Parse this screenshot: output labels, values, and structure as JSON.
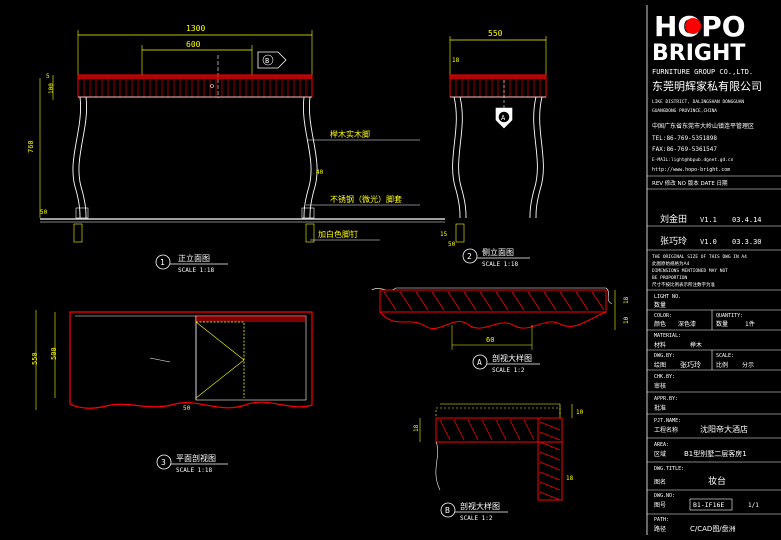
{
  "company": {
    "logo_top": "HOPO",
    "logo_bottom": "BRIGHT",
    "name_en": "FURNITURE GROUP CO.,LTD.",
    "name_cn": "东莞明辉家私有限公司",
    "addr1": "LIKE DISTRICT, DALINGSHAN DONGGUAN",
    "addr2": "GUANGDONG PROVINCE,CHINA",
    "addr_cn": "中国广东省东莞市大岭山镇连平管理区",
    "tel": "TEL:86-769-5351898",
    "fax": "FAX:86-769-5361547",
    "email": "E-MAIL:light@hbpub.dgnet.gd.cn",
    "web": "http://www.hopo-bright.com"
  },
  "revision": {
    "header": "REV 修改  NO 版本  DATE 日期",
    "rows": [
      {
        "name": "刘金田",
        "ver": "V1.1",
        "date": "03.4.14"
      },
      {
        "name": "张巧玲",
        "ver": "V1.0",
        "date": "03.3.30"
      }
    ]
  },
  "notes": [
    "THE ORIGINAL SIZE OF THIS DWG IN A4",
    "此图原始规格为A4",
    "DIMENSIONS MENTIONED MAY NOT",
    "BE PROPORTION",
    "尺寸不按比例表示所注数字为准"
  ],
  "fields": {
    "qty_label": "LIGHT NO.",
    "qty_cn": "数量",
    "color_label": "COLOR:",
    "color_cn": "颜色",
    "color_val": "深色漆",
    "quantity_label": "QUANTITY:",
    "quantity_cn": "数量",
    "quantity_val": "1件",
    "material_label": "MATERIAL:",
    "material_cn": "材料",
    "material_val": "榉木",
    "dwg_label": "DWG.BY:",
    "dwg_cn": "绘图",
    "dwg_val": "张巧玲",
    "scale_label": "SCALE:",
    "scale_cn": "比例",
    "scale_val": "分示",
    "chk_label": "CHK.BY:",
    "chk_cn": "审核",
    "appr_label": "APPR.BY:",
    "appr_cn": "批准",
    "pjt_label": "PJT.NAME:",
    "pjt_cn": "工程名称",
    "pjt_val": "沈阳帝大酒店",
    "area_label": "AREA:",
    "area_cn": "区域",
    "area_val": "B1型别墅二层客房1",
    "title_label": "DWG.TITLE:",
    "title_cn": "图名",
    "title_val": "妆台",
    "no_label": "DWG.NO:",
    "no_cn": "图号",
    "no_val": "B1-IF16E",
    "page_val": "1/1",
    "path_label": "PATH:",
    "path_cn": "路径",
    "path_val": "C/CAD图/盘洲"
  },
  "drawing": {
    "dim_1300": "1300",
    "dim_600": "600",
    "dim_550": "550",
    "dim_760": "760",
    "dim_100": "100",
    "dim_5": "5",
    "dim_50": "50",
    "dim_40": "40",
    "dim_15": "15",
    "dim_18": "18",
    "dim_60": "60",
    "dim_10": "10",
    "dim_550b": "550",
    "dim_500": "500",
    "section_b": "B",
    "section_a": "A",
    "note_wood": "榉木实木脚",
    "note_steel": "不锈钢（微光）脚套",
    "note_paint": "加白色脚钉",
    "view1_num": "1",
    "view1_title": "正立面图",
    "view1_scale": "SCALE 1:18",
    "view2_num": "2",
    "view2_title": "侧立面图",
    "view2_scale": "SCALE 1:18",
    "view3_num": "3",
    "view3_title": "平面剖视图",
    "view3_scale": "SCALE 1:18",
    "viewA_num": "A",
    "viewA_title": "剖视大样图",
    "viewA_scale": "SCALE 1:2",
    "viewB_num": "B",
    "viewB_title": "剖视大样图",
    "viewB_scale": "SCALE 1:2"
  },
  "colors": {
    "line": "#ffffff",
    "dim": "#ffff00",
    "red": "#ff0000",
    "cyan": "#00ffff",
    "bg": "#000000"
  }
}
